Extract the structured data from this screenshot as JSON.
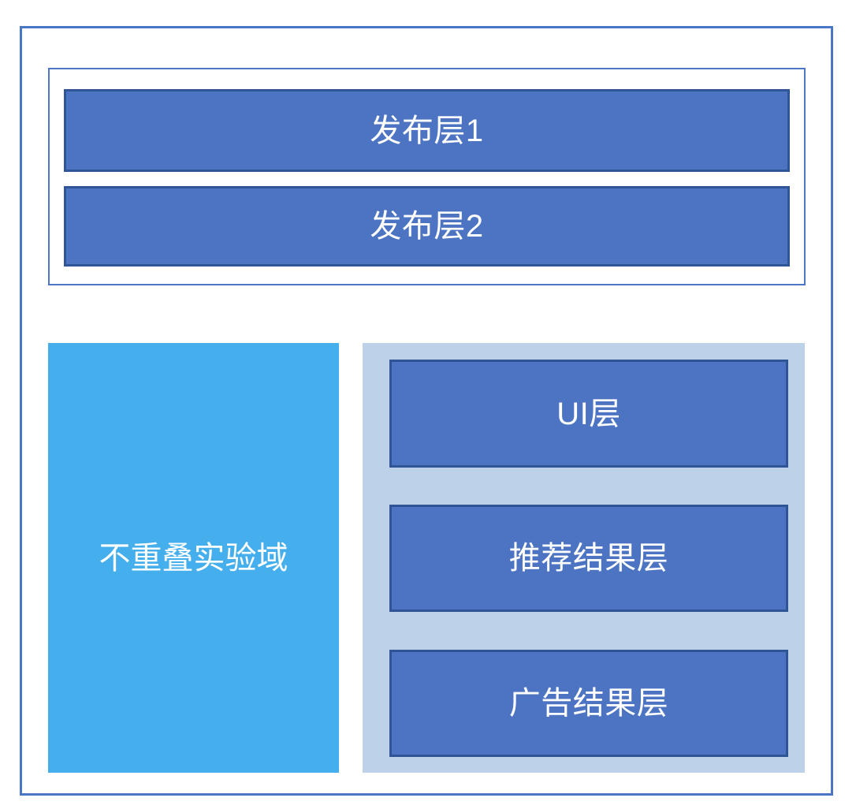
{
  "diagram": {
    "title": "",
    "colors": {
      "frame_border": "#4A76C6",
      "block_fill": "#4C74C3",
      "block_border": "#2F5597",
      "non_overlap_fill": "#45AEEC",
      "layered_container_fill": "#BDD2E9",
      "label_text": "#FFFFFF",
      "page_background": "#FFFFFF"
    },
    "publish_group": {
      "name": "publish-layer-group",
      "blocks": [
        {
          "label": "发布层1"
        },
        {
          "label": "发布层2"
        }
      ]
    },
    "non_overlap_domain": {
      "label": "不重叠实验域"
    },
    "layered_domain": {
      "name": "layered-experiment-domain",
      "blocks": [
        {
          "label": "UI层"
        },
        {
          "label": "推荐结果层"
        },
        {
          "label": "广告结果层"
        }
      ]
    }
  }
}
